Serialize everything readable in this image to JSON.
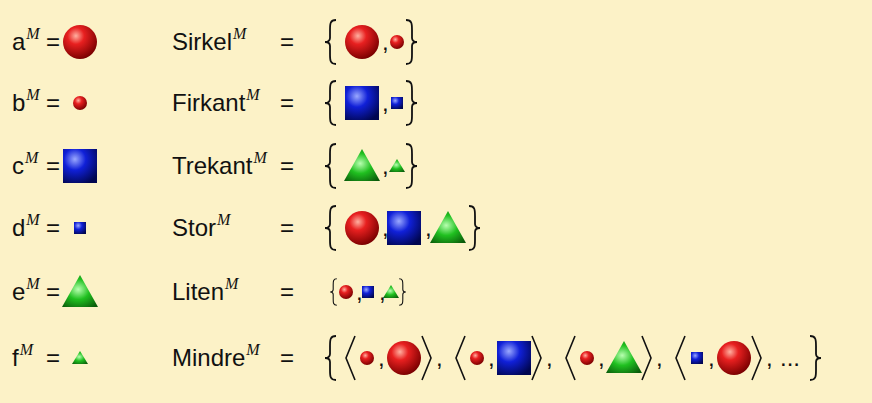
{
  "diagram": {
    "labels": [
      "a",
      "M",
      "=",
      "Sirkel",
      "M",
      "=",
      ",",
      "b",
      "M",
      "=",
      "Firkant",
      "M",
      "=",
      ",",
      "c",
      "M",
      "=",
      "Trekant",
      "M",
      "=",
      ",",
      "d",
      "M",
      "=",
      "Stor",
      "M",
      "=",
      ",",
      ",",
      "e",
      "M",
      "=",
      "Liten",
      "M",
      "=",
      ",",
      ",",
      "f",
      "M",
      "=",
      "Mindre",
      "M",
      "=",
      ",",
      ",",
      ",",
      ",",
      ",",
      ",",
      ",",
      ",",
      "..."
    ]
  }
}
